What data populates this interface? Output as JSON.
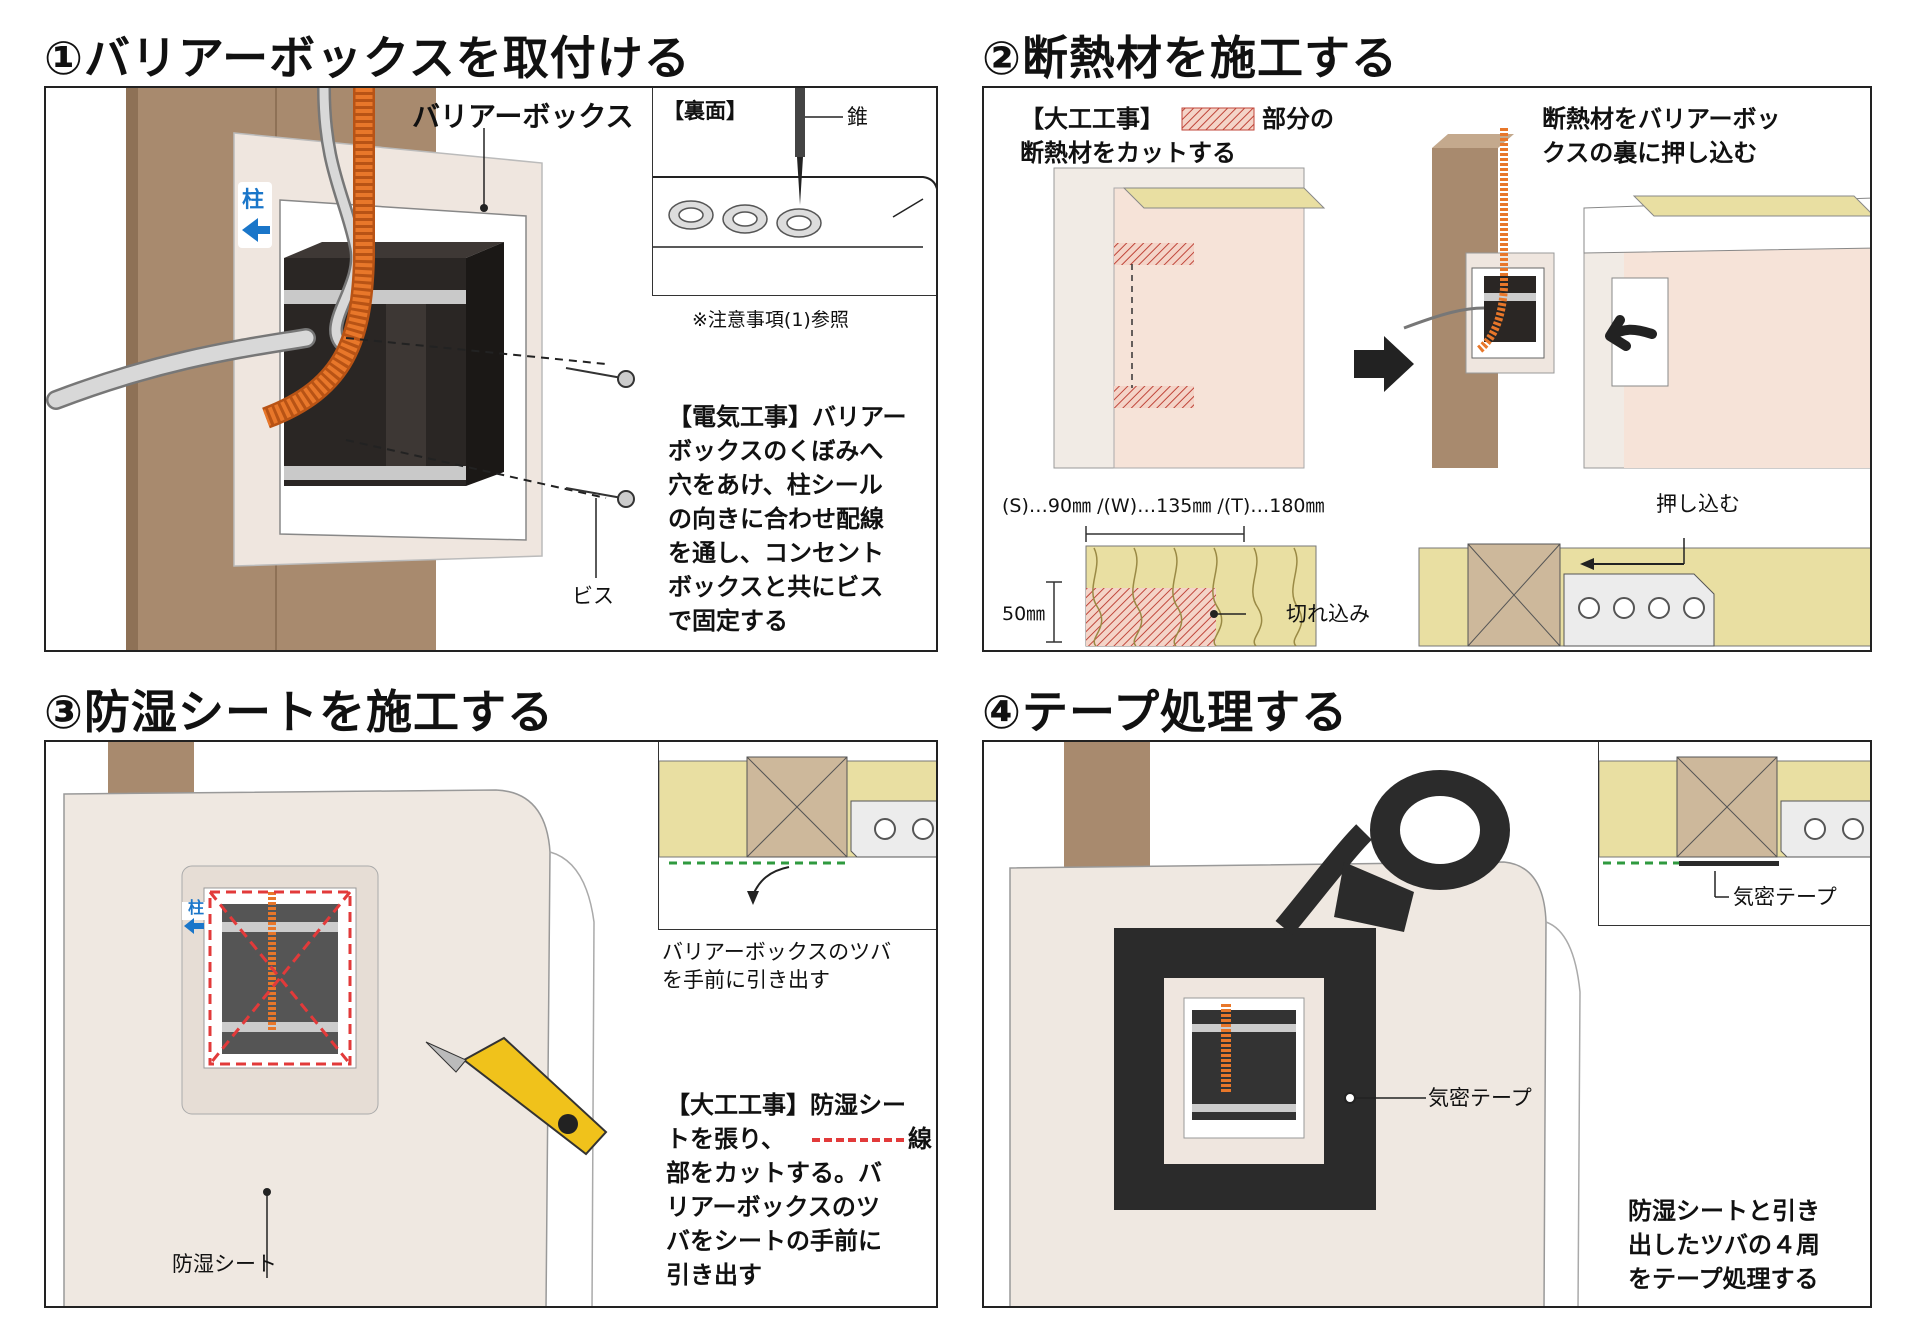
{
  "step1": {
    "title": "①バリアーボックスを取付ける",
    "box_label": "バリアーボックス",
    "pillar_mark": "柱",
    "back_label": "【裏面】",
    "awl_label": "錐",
    "note_ref": "※注意事項(1)参照",
    "screw_label": "ビス",
    "description": "【電気工事】バリアー\nボックスのくぼみへ\n穴をあけ、柱シール\nの向きに合わせ配線\nを通し、コンセント\nボックスと共にビス\nで固定する"
  },
  "step2": {
    "title": "②断熱材を施工する",
    "carpentry_part1": "【大工工事】",
    "carpentry_part2": "部分の",
    "carpentry_line2": "断熱材をカットする",
    "push_text": "断熱材をバリアーボッ\nクスの裏に押し込む",
    "dimensions": "(S)…90㎜ /(W)…135㎜ /(T)…180㎜",
    "depth": "50㎜",
    "notch_label": "切れ込み",
    "push_label": "押し込む"
  },
  "step3": {
    "title": "③防湿シートを施工する",
    "pillar_mark": "柱",
    "flange_note": "バリアーボックスのツバ\nを手前に引き出す",
    "desc_line1": "【大工工事】防湿シー",
    "desc_line2a": "トを張り、",
    "desc_line2b": "線",
    "desc_rest": "部をカットする。バ\nリアーボックスのツ\nバをシートの手前に\n引き出す",
    "sheet_label": "防湿シート"
  },
  "step4": {
    "title": "④テープ処理する",
    "tape_label_inset": "気密テープ",
    "tape_label": "気密テープ",
    "description": "防湿シートと引き\n出したツバの４周\nをテープ処理する"
  },
  "colors": {
    "wood": "#a88a6e",
    "wood_dark": "#8e7156",
    "sheet": "#efe8e1",
    "conduit": "#e8772a",
    "box": "#2a2624",
    "cut_hatch": "#c0463a",
    "insulation": "#e9dfa2",
    "arrow_blue": "#1a76c9",
    "tape": "#2b2b2b",
    "dash_red": "#e23a3a",
    "dash_green": "#2f9a3f"
  }
}
